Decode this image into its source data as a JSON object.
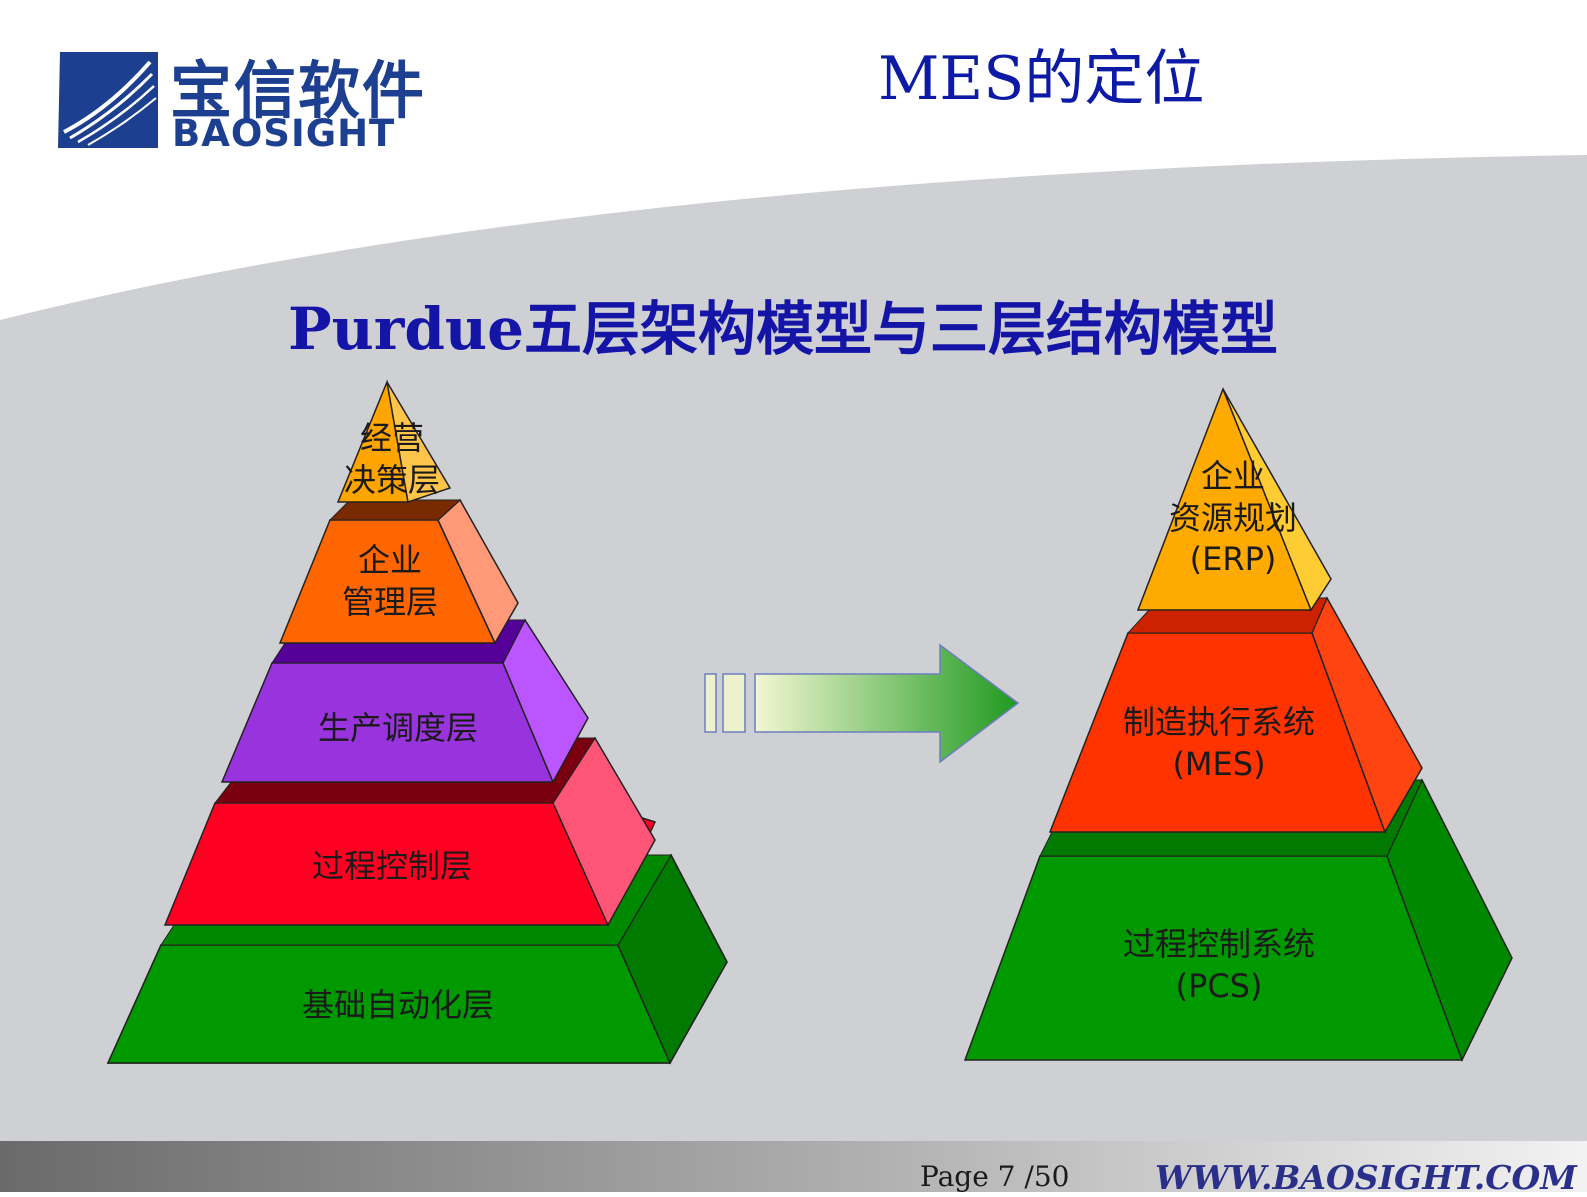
{
  "logo": {
    "name_cn": "宝信软件",
    "name_en": "BAOSIGHT",
    "brand_color": "#1c3f8f"
  },
  "header": {
    "page_title": "MES的定位"
  },
  "main": {
    "title": "Purdue五层架构模型与三层结构模型"
  },
  "left_pyramid": {
    "layers": [
      {
        "label": "经营\n决策层",
        "color": "#ffa500"
      },
      {
        "label": "企业\n管理层",
        "color": "#ff6600"
      },
      {
        "label": "生产调度层",
        "color": "#9933dd"
      },
      {
        "label": "过程控制层",
        "color": "#ff0022"
      },
      {
        "label": "基础自动化层",
        "color": "#009900"
      }
    ]
  },
  "right_pyramid": {
    "layers": [
      {
        "label": "企业\n资源规划\n(ERP)",
        "color": "#ffaa00"
      },
      {
        "label": "制造执行系统\n(MES)",
        "color": "#ff3300"
      },
      {
        "label": "过程控制系统\n(PCS)",
        "color": "#009900"
      }
    ]
  },
  "footer": {
    "page": "Page 7 /50",
    "url": "WWW.BAOSIGHT.COM"
  }
}
